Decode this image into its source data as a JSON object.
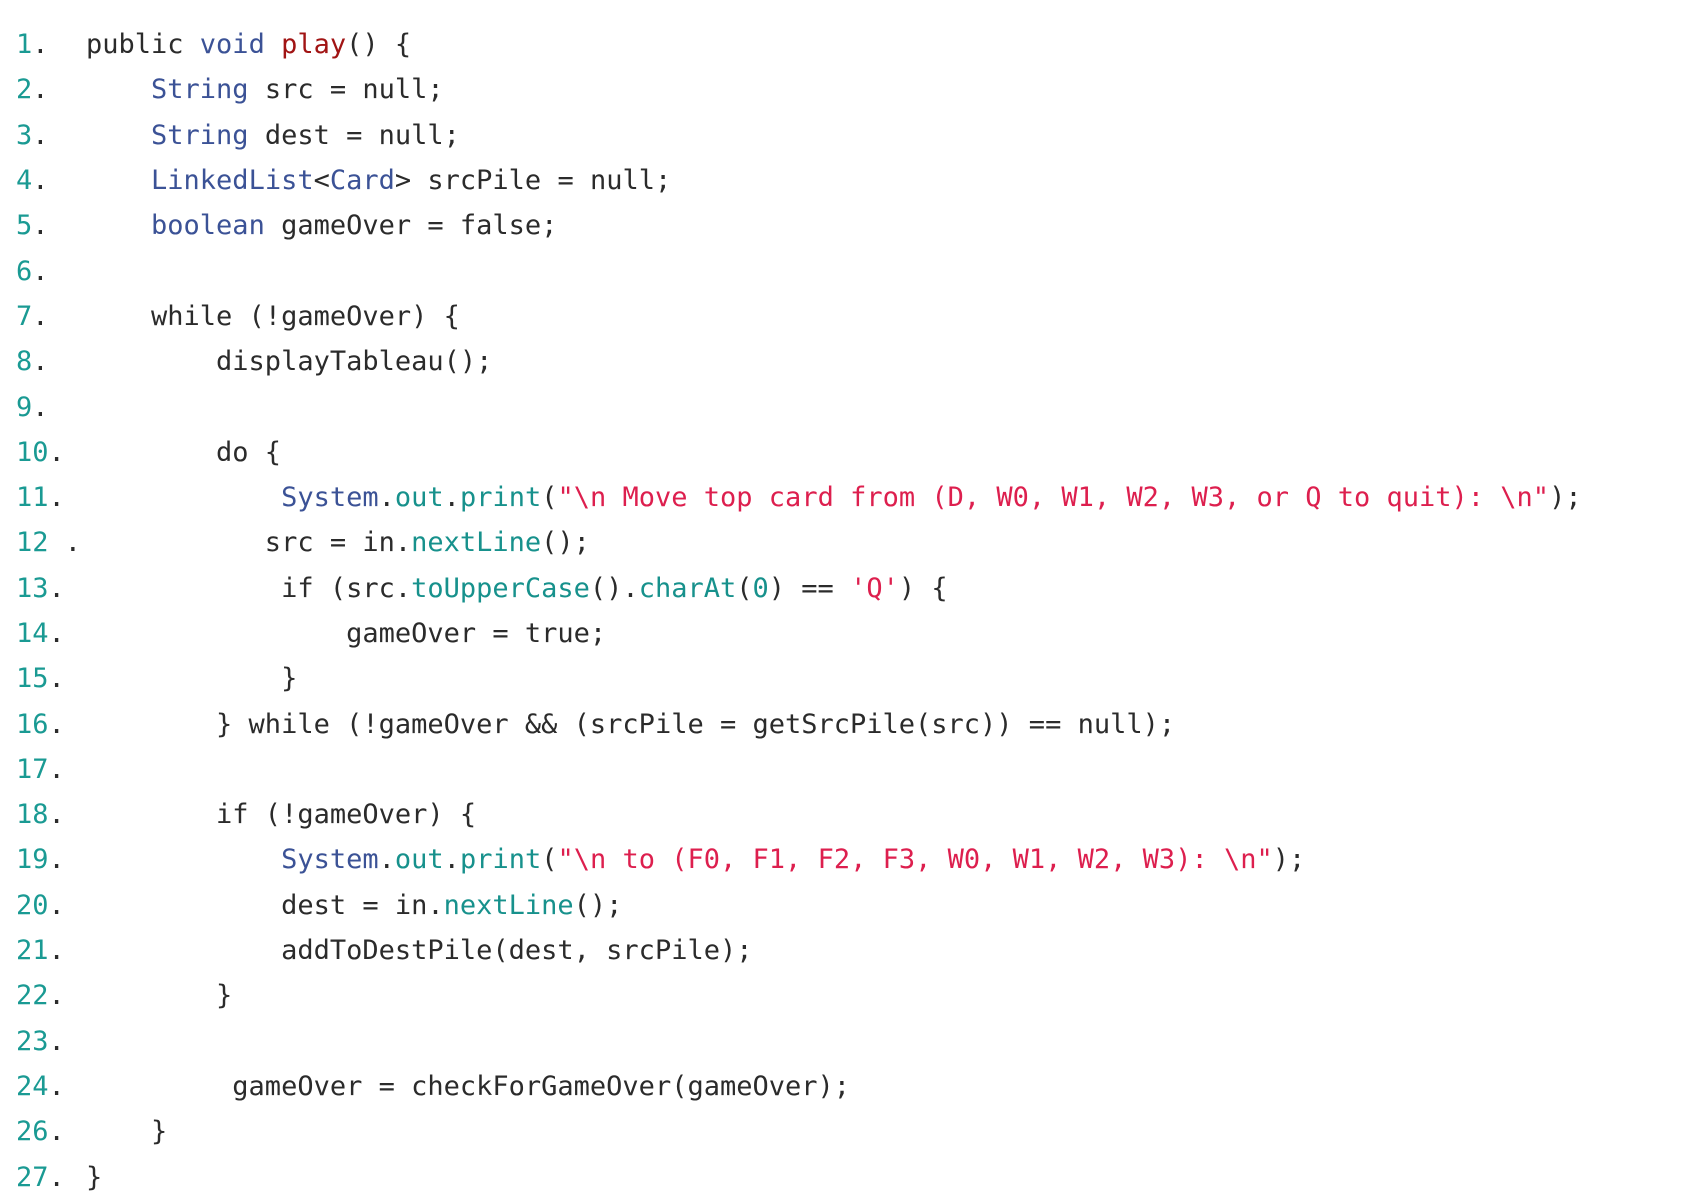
{
  "colors": {
    "background": "#ffffff",
    "text": "#2b2b2b",
    "line_number": "#1a9a93",
    "type": "#3b5296",
    "method_name": "#a11414",
    "string": "#dd1f4e",
    "member": "#17918c"
  },
  "lines": [
    {
      "number": "1",
      "suffix": ".",
      "tokens": [
        {
          "t": "public ",
          "c": "kw"
        },
        {
          "t": "void ",
          "c": "type"
        },
        {
          "t": "play",
          "c": "fn"
        },
        {
          "t": "() {",
          "c": "plain"
        }
      ]
    },
    {
      "number": "2",
      "suffix": ".",
      "tokens": [
        {
          "t": "    ",
          "c": "plain"
        },
        {
          "t": "String",
          "c": "type"
        },
        {
          "t": " src = null;",
          "c": "plain"
        }
      ]
    },
    {
      "number": "3",
      "suffix": ".",
      "tokens": [
        {
          "t": "    ",
          "c": "plain"
        },
        {
          "t": "String",
          "c": "type"
        },
        {
          "t": " dest = null;",
          "c": "plain"
        }
      ]
    },
    {
      "number": "4",
      "suffix": ".",
      "tokens": [
        {
          "t": "    ",
          "c": "plain"
        },
        {
          "t": "LinkedList",
          "c": "type"
        },
        {
          "t": "<",
          "c": "plain"
        },
        {
          "t": "Card",
          "c": "type"
        },
        {
          "t": "> srcPile = null;",
          "c": "plain"
        }
      ]
    },
    {
      "number": "5",
      "suffix": ".",
      "tokens": [
        {
          "t": "    ",
          "c": "plain"
        },
        {
          "t": "boolean",
          "c": "type"
        },
        {
          "t": " gameOver = false;",
          "c": "plain"
        }
      ]
    },
    {
      "number": "6",
      "suffix": ".",
      "tokens": []
    },
    {
      "number": "7",
      "suffix": ".",
      "tokens": [
        {
          "t": "    while (!gameOver) {",
          "c": "plain"
        }
      ]
    },
    {
      "number": "8",
      "suffix": ".",
      "tokens": [
        {
          "t": "        displayTableau();",
          "c": "plain"
        }
      ]
    },
    {
      "number": "9",
      "suffix": ".",
      "tokens": []
    },
    {
      "number": "10",
      "suffix": ".",
      "tokens": [
        {
          "t": "        do {",
          "c": "plain"
        }
      ]
    },
    {
      "number": "11",
      "suffix": ".",
      "tokens": [
        {
          "t": "            ",
          "c": "plain"
        },
        {
          "t": "System",
          "c": "type"
        },
        {
          "t": ".",
          "c": "plain"
        },
        {
          "t": "out",
          "c": "mem"
        },
        {
          "t": ".",
          "c": "plain"
        },
        {
          "t": "print",
          "c": "mem"
        },
        {
          "t": "(",
          "c": "plain"
        },
        {
          "t": "\"\\n Move top card from (D, W0, W1, W2, W3, or Q to quit): \\n\"",
          "c": "str"
        },
        {
          "t": ");",
          "c": "plain"
        }
      ]
    },
    {
      "number": "12",
      "suffix": " .",
      "tokens": [
        {
          "t": "           src = in.",
          "c": "plain"
        },
        {
          "t": "nextLine",
          "c": "mem"
        },
        {
          "t": "();",
          "c": "plain"
        }
      ]
    },
    {
      "number": "13",
      "suffix": ".",
      "tokens": [
        {
          "t": "            if (src.",
          "c": "plain"
        },
        {
          "t": "toUpperCase",
          "c": "mem"
        },
        {
          "t": "().",
          "c": "plain"
        },
        {
          "t": "charAt",
          "c": "mem"
        },
        {
          "t": "(",
          "c": "plain"
        },
        {
          "t": "0",
          "c": "num"
        },
        {
          "t": ") == ",
          "c": "plain"
        },
        {
          "t": "'Q'",
          "c": "str"
        },
        {
          "t": ") {",
          "c": "plain"
        }
      ]
    },
    {
      "number": "14",
      "suffix": ".",
      "tokens": [
        {
          "t": "                gameOver = true;",
          "c": "plain"
        }
      ]
    },
    {
      "number": "15",
      "suffix": ".",
      "tokens": [
        {
          "t": "            }",
          "c": "plain"
        }
      ]
    },
    {
      "number": "16",
      "suffix": ".",
      "tokens": [
        {
          "t": "        } while (!gameOver && (srcPile = getSrcPile(src)) == null);",
          "c": "plain"
        }
      ]
    },
    {
      "number": "17",
      "suffix": ".",
      "tokens": []
    },
    {
      "number": "18",
      "suffix": ".",
      "tokens": [
        {
          "t": "        if (!gameOver) {",
          "c": "plain"
        }
      ]
    },
    {
      "number": "19",
      "suffix": ".",
      "tokens": [
        {
          "t": "            ",
          "c": "plain"
        },
        {
          "t": "System",
          "c": "type"
        },
        {
          "t": ".",
          "c": "plain"
        },
        {
          "t": "out",
          "c": "mem"
        },
        {
          "t": ".",
          "c": "plain"
        },
        {
          "t": "print",
          "c": "mem"
        },
        {
          "t": "(",
          "c": "plain"
        },
        {
          "t": "\"\\n to (F0, F1, F2, F3, W0, W1, W2, W3): \\n\"",
          "c": "str"
        },
        {
          "t": ");",
          "c": "plain"
        }
      ]
    },
    {
      "number": "20",
      "suffix": ".",
      "tokens": [
        {
          "t": "            dest = in.",
          "c": "plain"
        },
        {
          "t": "nextLine",
          "c": "mem"
        },
        {
          "t": "();",
          "c": "plain"
        }
      ]
    },
    {
      "number": "21",
      "suffix": ".",
      "tokens": [
        {
          "t": "            addToDestPile(dest, srcPile);",
          "c": "plain"
        }
      ]
    },
    {
      "number": "22",
      "suffix": ".",
      "tokens": [
        {
          "t": "        }",
          "c": "plain"
        }
      ]
    },
    {
      "number": "23",
      "suffix": ".",
      "tokens": []
    },
    {
      "number": "24",
      "suffix": ".",
      "tokens": [
        {
          "t": "         gameOver = checkForGameOver(gameOver);",
          "c": "plain"
        }
      ]
    },
    {
      "number": "26",
      "suffix": ".",
      "tokens": [
        {
          "t": "    }",
          "c": "plain"
        }
      ]
    },
    {
      "number": "27",
      "suffix": ".",
      "tokens": [
        {
          "t": "}",
          "c": "plain"
        }
      ]
    }
  ]
}
